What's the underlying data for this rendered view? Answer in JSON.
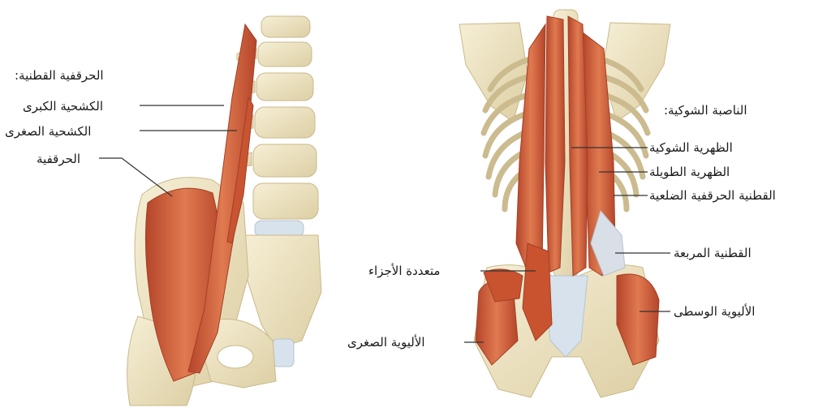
{
  "left_panel": {
    "group_title": "الحرقفية القطنية:",
    "labels": {
      "psoas_major": "الكشحية الكبرى",
      "psoas_minor": "الكشحية الصغرى",
      "iliacus": "الحرقفية"
    }
  },
  "right_panel": {
    "group_title": "الناصبة الشوكية:",
    "labels": {
      "spinalis": "الظهرية الشوكية",
      "longissimus": "الظهرية الطويلة",
      "iliocostalis": "القطنية الحرقفية الضلعية",
      "quadratus_lumborum": "القطنية المربعة",
      "multifidus": "متعددة الأجزاء",
      "gluteus_medius": "الأليوية الوسطى",
      "gluteus_minimus": "الأليوية الصغرى"
    }
  },
  "colors": {
    "muscle": "#d9673f",
    "muscle_dark": "#b5452a",
    "bone": "#efe6c8",
    "bone_shadow": "#d9ccA0",
    "leader": "#333333"
  }
}
